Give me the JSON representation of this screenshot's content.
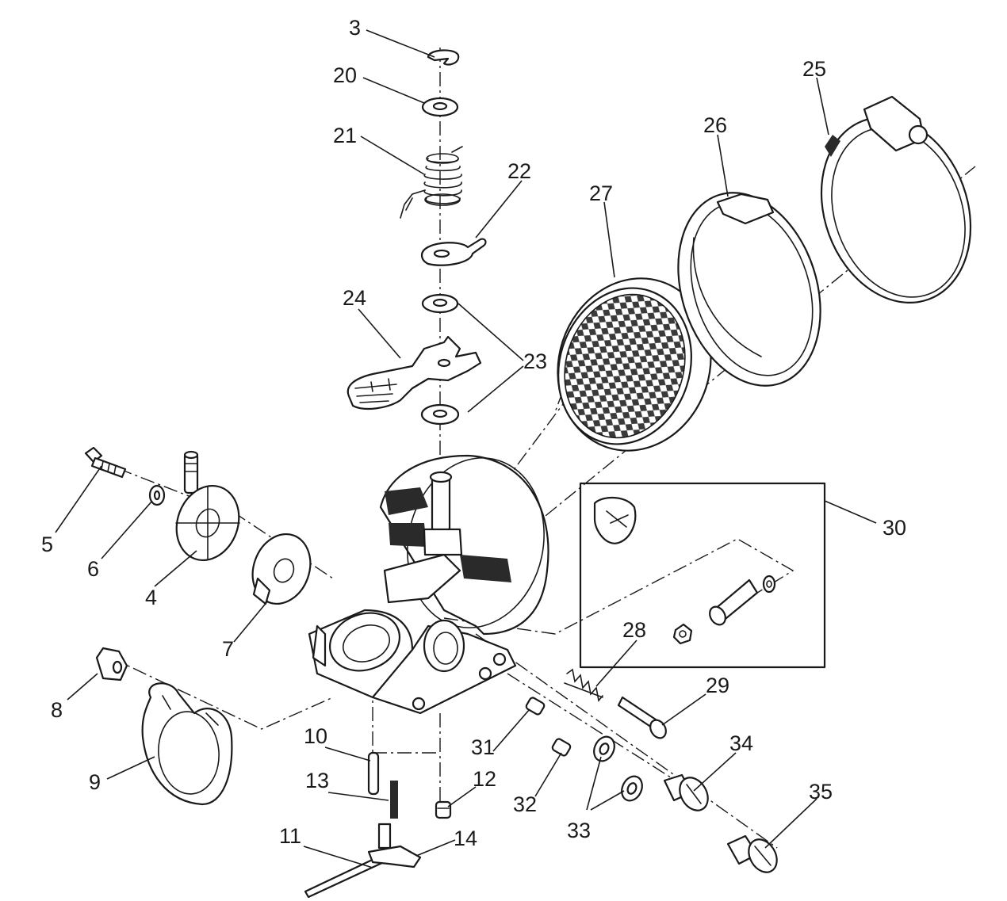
{
  "diagram": {
    "callouts": [
      {
        "id": "3",
        "label": "3"
      },
      {
        "id": "20",
        "label": "20"
      },
      {
        "id": "21",
        "label": "21"
      },
      {
        "id": "22",
        "label": "22"
      },
      {
        "id": "23",
        "label": "23"
      },
      {
        "id": "24",
        "label": "24"
      },
      {
        "id": "25",
        "label": "25"
      },
      {
        "id": "26",
        "label": "26"
      },
      {
        "id": "27",
        "label": "27"
      },
      {
        "id": "30",
        "label": "30"
      },
      {
        "id": "5",
        "label": "5"
      },
      {
        "id": "6",
        "label": "6"
      },
      {
        "id": "4",
        "label": "4"
      },
      {
        "id": "7",
        "label": "7"
      },
      {
        "id": "8",
        "label": "8"
      },
      {
        "id": "9",
        "label": "9"
      },
      {
        "id": "28",
        "label": "28"
      },
      {
        "id": "29",
        "label": "29"
      },
      {
        "id": "31",
        "label": "31"
      },
      {
        "id": "32",
        "label": "32"
      },
      {
        "id": "33",
        "label": "33"
      },
      {
        "id": "34",
        "label": "34"
      },
      {
        "id": "35",
        "label": "35"
      },
      {
        "id": "10",
        "label": "10"
      },
      {
        "id": "13",
        "label": "13"
      },
      {
        "id": "12",
        "label": "12"
      },
      {
        "id": "11",
        "label": "11"
      },
      {
        "id": "14",
        "label": "14"
      }
    ]
  }
}
